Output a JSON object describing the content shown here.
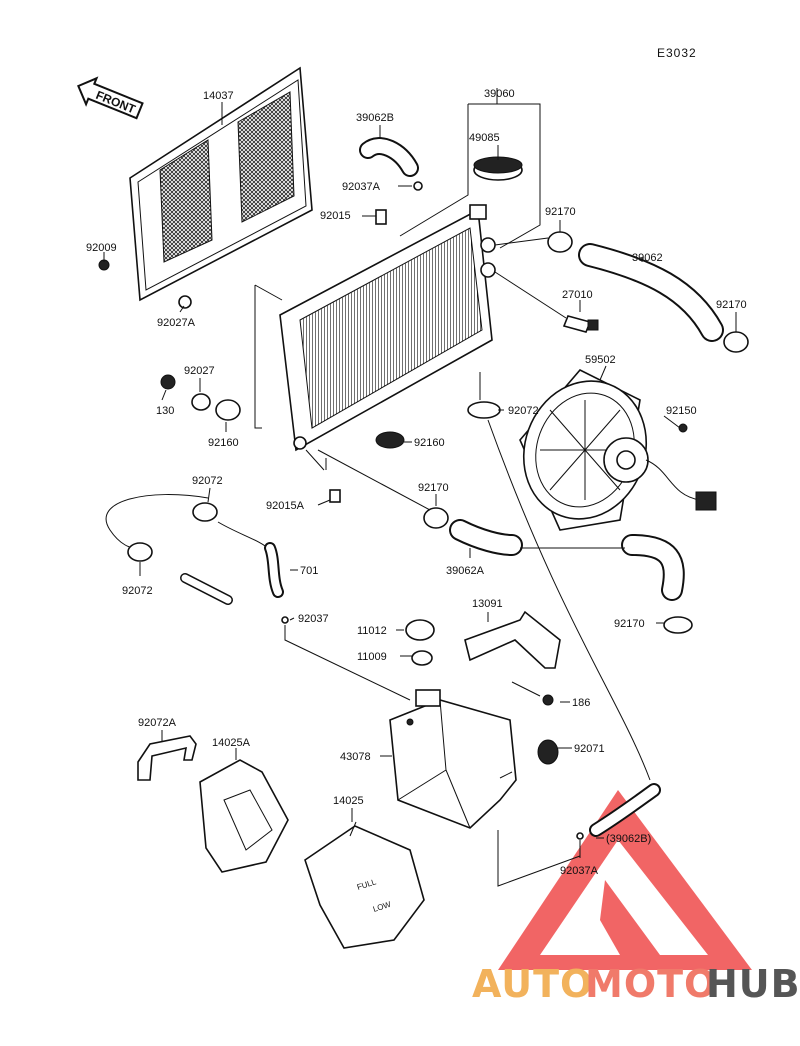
{
  "code": "E3032",
  "front_label": "FRONT",
  "watermark": {
    "auto": "AUTO",
    "moto": "MOTO",
    "hub": "HUB"
  },
  "colors": {
    "watermark_auto": "#f2b25c",
    "watermark_moto": "#f07a6a",
    "watermark_hub": "#555555",
    "watermark_triangle": "#ee4a4a"
  },
  "parts": {
    "p14037": "14037",
    "p39060": "39060",
    "p39062B": "39062B",
    "p49085": "49085",
    "p92037A_top": "92037A",
    "p92015": "92015",
    "p92170_a": "92170",
    "p39062": "39062",
    "p92170_b": "92170",
    "p92009": "92009",
    "p92027A": "92027A",
    "p27010": "27010",
    "p59502": "59502",
    "p92027": "92027",
    "p130": "130",
    "p92160_a": "92160",
    "p92072_a": "92072",
    "p92150": "92150",
    "p92160_b": "92160",
    "p92072_b": "92072",
    "p92170_c": "92170",
    "p92015A": "92015A",
    "p39062A": "39062A",
    "p701": "701",
    "p92072_c": "92072",
    "p92170_d": "92170",
    "p92037": "92037",
    "p13091": "13091",
    "p11012": "11012",
    "p11009": "11009",
    "p186": "186",
    "p92072A": "92072A",
    "p14025A": "14025A",
    "p43078": "43078",
    "p92071": "92071",
    "p14025": "14025",
    "p39062B_ref": "(39062B)",
    "p92037A_bottom": "92037A"
  },
  "tank_marks": {
    "full": "FULL",
    "low": "LOW"
  }
}
